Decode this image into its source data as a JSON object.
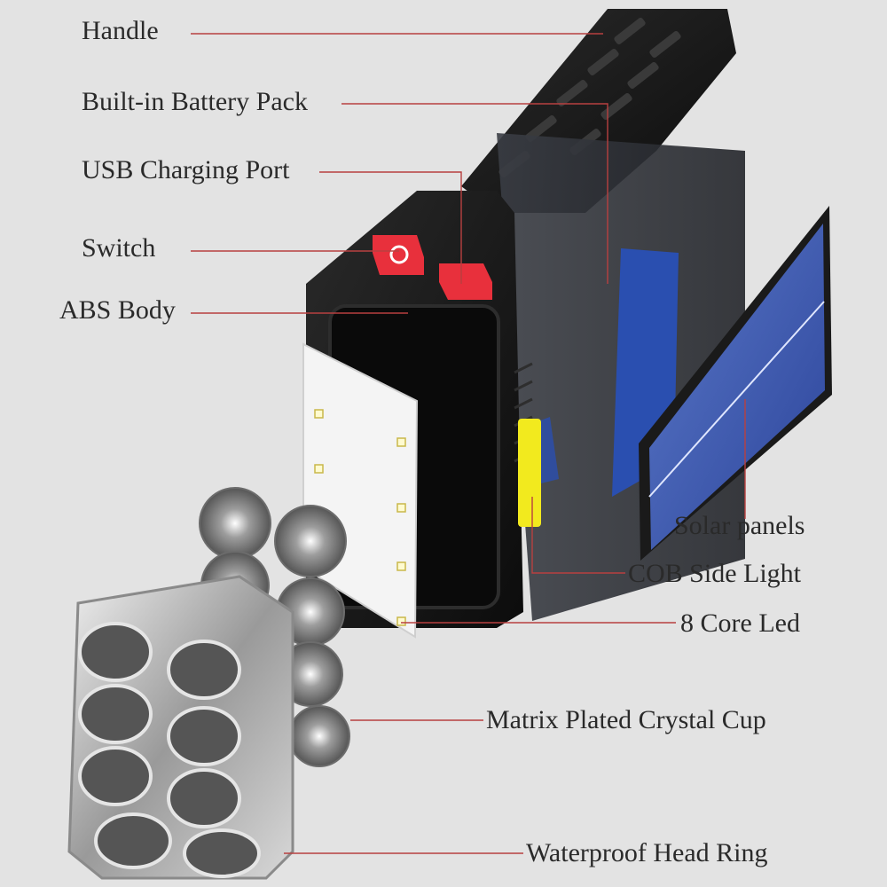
{
  "labels": {
    "handle": "Handle",
    "battery": "Built-in Battery Pack",
    "usb": "USB Charging Port",
    "switch": "Switch",
    "abs_body": "ABS Body",
    "solar": "Solar panels",
    "cob": "COB Side Light",
    "led": "8 Core Led",
    "cup": "Matrix Plated Crystal Cup",
    "ring": "Waterproof Head Ring"
  },
  "colors": {
    "background": "#e3e3e3",
    "body": "#1a1a1a",
    "leader_line": "#b84040",
    "switch_red": "#e8303c",
    "battery_blue": "#2a4fb0",
    "cob_yellow": "#f2ea1e",
    "solar_blue": "#3f5fb8",
    "chrome": "#b8b8b8"
  }
}
